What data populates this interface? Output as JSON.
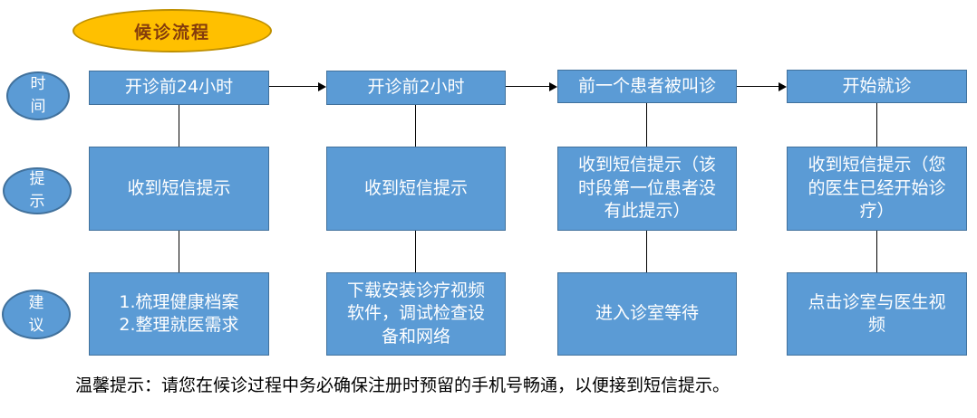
{
  "diagram": {
    "title": "候诊流程",
    "row_labels": {
      "time": "时\n间",
      "prompt": "提\n示",
      "suggestion": "建\n议"
    },
    "steps": [
      {
        "time": "开诊前24小时",
        "prompt": "收到短信提示",
        "suggestion": "1.梳理健康档案\n2.整理就医需求"
      },
      {
        "time": "开诊前2小时",
        "prompt": "收到短信提示",
        "suggestion": "下载安装诊疗视频软件，调试检查设备和网络"
      },
      {
        "time": "前一个患者被叫诊",
        "prompt": "收到短信提示（该时段第一位患者没有此提示）",
        "suggestion": "进入诊室等待"
      },
      {
        "time": "开始就诊",
        "prompt": "收到短信提示（您的医生已经开始诊疗）",
        "suggestion": "点击诊室与医生视频"
      }
    ],
    "note": "温馨提示：请您在候诊过程中务必确保注册时预留的手机号畅通，以便接到短信提示。",
    "colors": {
      "box_fill": "#5B9BD5",
      "box_border": "#41719C",
      "box_text": "#FFFFFF",
      "title_fill": "#FFC000",
      "title_border": "#BF9000",
      "title_text": "#843C0C",
      "connector": "#000000",
      "note_text": "#000000"
    }
  }
}
